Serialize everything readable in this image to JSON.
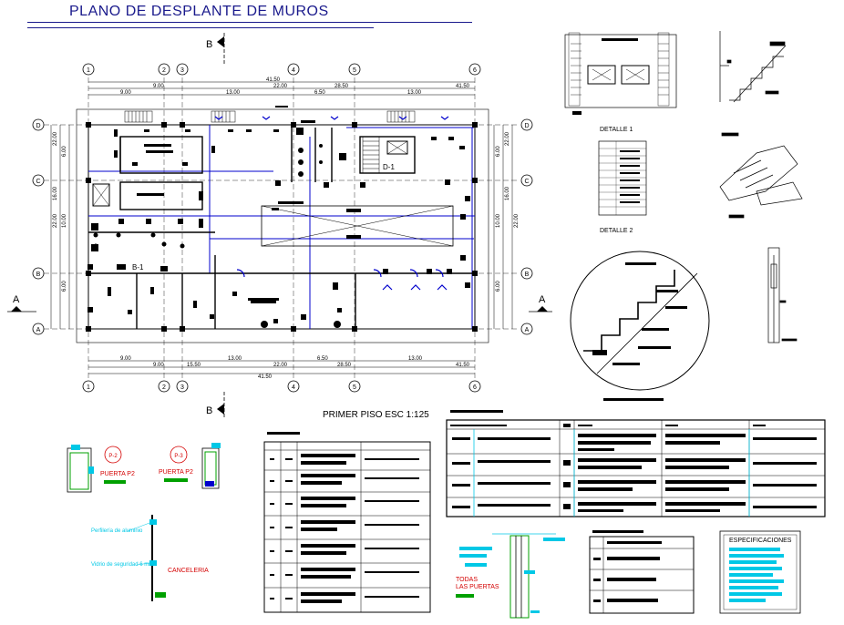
{
  "title": "PLANO DE DESPLANTE DE MUROS",
  "plan_caption": "PRIMER PISO  ESC 1:125",
  "section_marks": [
    "A",
    "B"
  ],
  "grid_axes_top": [
    "1",
    "2",
    "3",
    "4",
    "5",
    "6"
  ],
  "grid_axes_side": [
    "D",
    "C",
    "B",
    "A"
  ],
  "top_total_dimension": "41.50",
  "top_dimensions_row1": [
    "22.00",
    "28.50",
    "41.50"
  ],
  "top_dimensions_row2": [
    "9.00",
    "13.00",
    "6.50",
    "13.00"
  ],
  "bottom_dimensions_row1": [
    "9.00",
    "13.00",
    "6.50",
    "13.00"
  ],
  "bottom_dimensions_row2": [
    "9.00",
    "15.50",
    "22.00",
    "28.50",
    "41.50"
  ],
  "bottom_total_dimension": "41.50",
  "left_dimensions": [
    "22.00",
    "6.00",
    "16.00",
    "10.00",
    "22.00",
    "6.00"
  ],
  "right_dimensions": [
    "22.00",
    "6.00",
    "16.00",
    "10.00",
    "22.00",
    "6.00"
  ],
  "room_labels": [
    "D-1",
    "B-1"
  ],
  "detail_labels": [
    "DETALLE 1",
    "DETALLE 2"
  ],
  "door_labels": [
    "P-2",
    "P-3",
    "PUERTA P2",
    "PUERTA P2"
  ],
  "canceleria": {
    "label": "CANCELERIA",
    "notes": [
      "Perfilería de aluminio",
      "Vidrio de seguridad 6 mm"
    ]
  },
  "all_doors_note": [
    "TODAS",
    "LAS PUERTAS"
  ],
  "specs_title": "ESPECIFICACIONES",
  "colors": {
    "title": "#1a1a8c",
    "walls": "#000000",
    "axes": "#1a1a8c",
    "red": "#d40000",
    "cyan": "#00c8e6",
    "green": "#00a000",
    "blue": "#0000cc"
  }
}
